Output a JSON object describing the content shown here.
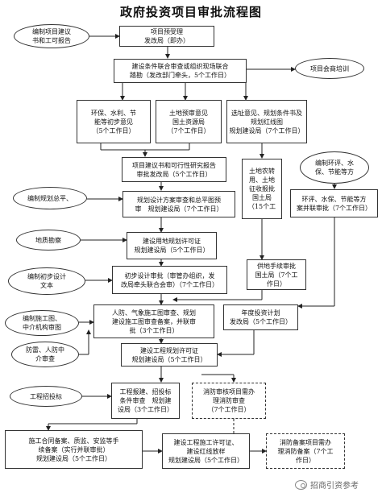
{
  "title": "政府投资项目审批流程图",
  "nodes": {
    "n_bianzhi_jianyi": [
      "编制项目建议",
      "书和工可报告"
    ],
    "n_lixiang": [
      "项目预受理",
      "发改局（即办）"
    ],
    "n_xuanzhi": [
      "建设条件联合审查或组织现场联合",
      "踏勘（发改部门牵头，5个工作日）"
    ],
    "n_huishang": [
      "项目会商培训"
    ],
    "n_huanbao": [
      "环保、水利、节",
      "能等初步意见",
      "（5个工作日）"
    ],
    "n_tudi_yushen": [
      "土地预审意见",
      "国土资源局",
      "（7个工作日）"
    ],
    "n_xuanzhi_yijian": [
      "选址意见、规划条件书及",
      "规划红线图",
      "规划建设局（7个工作日）"
    ],
    "n_kexing": [
      "项目建议书和可行性研究报告",
      "审批发改局（5个工作日）"
    ],
    "n_tudi_nongzhuan": [
      "土地农转",
      "用、土地",
      "征收报批",
      "国土局",
      "（15个工"
    ],
    "n_bianzhi_huanping": [
      "编制环评、水",
      "保、节能等方"
    ],
    "n_huanping_pifu": [
      "环评、水保、节能等方",
      "案并联审批（7个工作日）"
    ],
    "n_bianzhi_guihua": [
      "编制规划总平、"
    ],
    "n_guihua_fangan": [
      "规划设计方案审查和总平图预",
      "审　规划建设局（7个工作日）"
    ],
    "n_dizhi": [
      "地质勘察"
    ],
    "n_yongdi_xuke": [
      "建设用地规划许可证",
      "规划建设局（5个工作日）"
    ],
    "n_bianzhi_chubu": [
      "编制初步设计",
      "文本"
    ],
    "n_chubu_sheji": [
      "初步设计审批（审管办组织，发",
      "改局牵头联合会审）（7个工作日）"
    ],
    "n_gongdi_pizhun": [
      "供地手续审批",
      "国土局（7个工",
      "作日）"
    ],
    "n_bianzhi_shigongtu": [
      "编制施工图、",
      "中介机构审图"
    ],
    "n_renfang_tuzhi": [
      "人防、气象施工图审查、规划",
      "建设施工图审查备案，并联审",
      "批（3个工作日）"
    ],
    "n_niandu_jihua": [
      "年度投资计划",
      "发改局（5个工作日）"
    ],
    "n_fanglei": [
      "防雷、人防中",
      "介审查"
    ],
    "n_gongcheng_xuke": [
      "建设工程规划许可证",
      "规划建设局（5个工作日）"
    ],
    "n_zhaobiao": [
      "工程招投标"
    ],
    "n_baojian": [
      "工程报建、招投标",
      "条件审查　规划建",
      "设局（3个工作日）"
    ],
    "n_xiaofang_shenhe": [
      "消防审核项目需办",
      "理消防审查",
      "（7个工作日）"
    ],
    "n_hetong_beian": [
      "施工合同备案、质监、安监等手",
      "续备案（实行并联审批）",
      "规划建设局（5个工作日）"
    ],
    "n_shigong_xuke": [
      "建设工程施工许可证、",
      "建设红线放样",
      "规划建设局（5个工作日）"
    ],
    "n_xiaofang_beian": [
      "消防备案项目需办",
      "理消防备案（7个工",
      "作日）"
    ]
  },
  "watermark": "招商引资参考"
}
